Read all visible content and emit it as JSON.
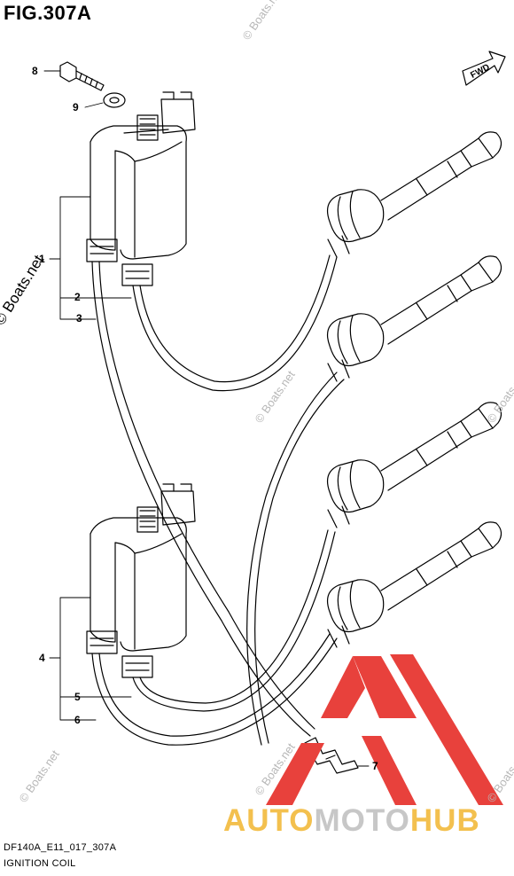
{
  "figure": {
    "title": "FIG.307A"
  },
  "parts": [
    {
      "ref": "1"
    },
    {
      "ref": "2"
    },
    {
      "ref": "3"
    },
    {
      "ref": "4"
    },
    {
      "ref": "5"
    },
    {
      "ref": "6"
    },
    {
      "ref": "7"
    },
    {
      "ref": "8"
    },
    {
      "ref": "9"
    }
  ],
  "fwd_label": "FWD",
  "footer": {
    "code": "DF140A_E11_017_307A",
    "name": "IGNITION COIL"
  },
  "watermark": {
    "main": "© Boats.net",
    "faint": "© Boats.net"
  },
  "brand": {
    "part1": "AUTO",
    "part2": "MOTO",
    "part3": "HUB"
  },
  "colors": {
    "logo_red": "#e8413c",
    "logo_yellow": "#f3c04e",
    "logo_grey": "#c7c7c7",
    "line": "#000000"
  }
}
